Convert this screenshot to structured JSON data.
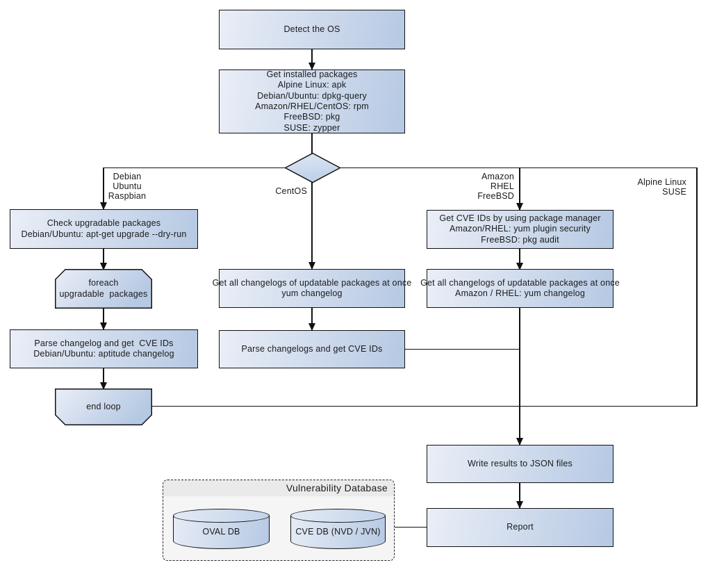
{
  "nodes": {
    "detect_os": {
      "label": "Detect the OS"
    },
    "get_installed_packages": {
      "label": "Get installed packages\nAlpine Linux: apk\nDebian/Ubuntu: dpkg-query\nAmazon/RHEL/CentOS: rpm\nFreeBSD: pkg\nSUSE: zypper"
    },
    "check_upgradable": {
      "label": "Check upgradable packages\nDebian/Ubuntu: apt-get upgrade --dry-run"
    },
    "foreach_loop": {
      "label": "foreach\nupgradable  packages"
    },
    "parse_changelog_left": {
      "label": "Parse changelog and get  CVE IDs\nDebian/Ubuntu: aptitude changelog"
    },
    "end_loop": {
      "label": "end loop"
    },
    "get_changelogs_centos": {
      "label": "Get all changelogs of updatable packages at once\nyum changelog"
    },
    "parse_changelogs_centos": {
      "label": "Parse changelogs and get CVE IDs"
    },
    "get_cve_ids_pkg_mgr": {
      "label": "Get CVE IDs by using package manager\nAmazon/RHEL: yum plugin security\nFreeBSD: pkg audit"
    },
    "get_changelogs_amazon": {
      "label": "Get all changelogs of updatable packages at once\nAmazon / RHEL: yum changelog"
    },
    "write_results": {
      "label": "Write results to JSON files"
    },
    "report": {
      "label": "Report"
    }
  },
  "branch_labels": {
    "debian": "Debian\nUbuntu\nRaspbian",
    "centos": "CentOS",
    "amazon": "Amazon\nRHEL\nFreeBSD",
    "alpine": "Alpine Linux\nSUSE"
  },
  "vulnerability_database": {
    "title": "Vulnerability Database",
    "oval_db": "OVAL DB",
    "cve_db": "CVE DB (NVD / JVN)"
  },
  "colors": {
    "node_fill_light": "#eaeef7",
    "node_fill_dark": "#b6c9e3",
    "border": "#111111",
    "text": "#1a1a1a",
    "container_bg": "#f5f5f5",
    "container_header_bg": "#eaeaea"
  }
}
